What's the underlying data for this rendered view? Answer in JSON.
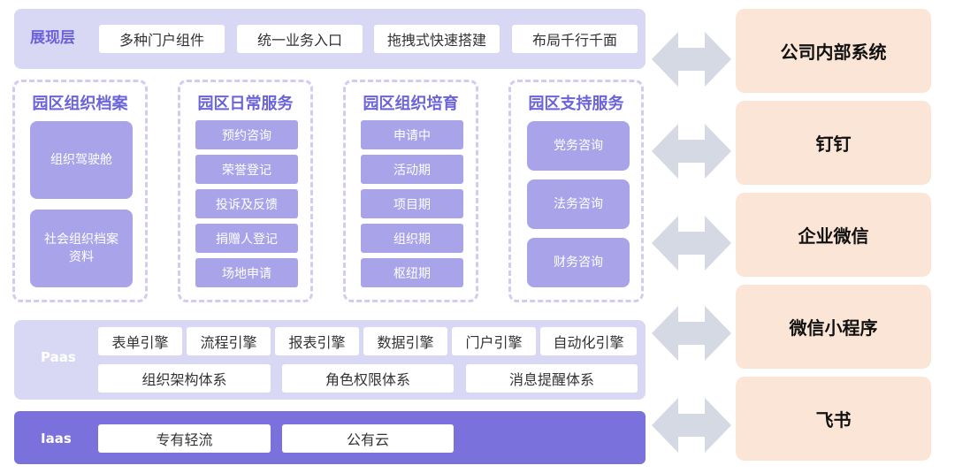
{
  "presentation_layer": {
    "title": "展现层",
    "tags": [
      "多种门户组件",
      "统一业务入口",
      "拖拽式快速搭建",
      "布局千行千面"
    ]
  },
  "groups": [
    {
      "title": "园区组织档案",
      "items": [
        "组织驾驶舱",
        "社会组织档案资料"
      ]
    },
    {
      "title": "园区日常服务",
      "items": [
        "预约咨询",
        "荣誉登记",
        "投诉及反馈",
        "捐赠人登记",
        "场地申请"
      ]
    },
    {
      "title": "园区组织培育",
      "items": [
        "申请中",
        "活动期",
        "项目期",
        "组织期",
        "枢纽期"
      ]
    },
    {
      "title": "园区支持服务",
      "items": [
        "党务咨询",
        "法务咨询",
        "财务咨询"
      ]
    }
  ],
  "paas": {
    "label": "Paas",
    "engines": [
      "表单引擎",
      "流程引擎",
      "报表引擎",
      "数据引擎",
      "门户引擎",
      "自动化引擎"
    ],
    "systems": [
      "组织架构体系",
      "角色权限体系",
      "消息提醒体系"
    ]
  },
  "iaas": {
    "label": "Iaas",
    "items": [
      "专有轻流",
      "公有云"
    ]
  },
  "integrations": [
    "公司内部系统",
    "钉钉",
    "企业微信",
    "微信小程序",
    "飞书"
  ],
  "colors": {
    "accent": "#6b63d9",
    "layer_bg": "#d9d8f4",
    "card": "#a9a4ea",
    "iaas_bg": "#7b71dd",
    "system_bg": "#fbe5d6",
    "arrow": "#d4d9e3"
  }
}
